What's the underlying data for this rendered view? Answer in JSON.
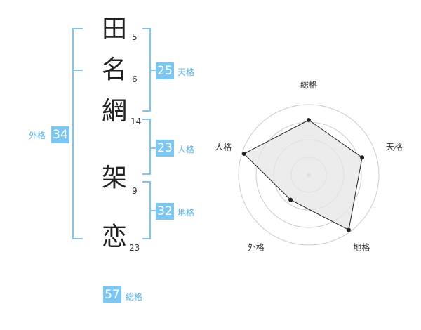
{
  "name": {
    "surname": [
      {
        "char": "田",
        "strokes": "5"
      },
      {
        "char": "名",
        "strokes": "6"
      },
      {
        "char": "網",
        "strokes": "14"
      }
    ],
    "given": [
      {
        "char": "架",
        "strokes": "9"
      },
      {
        "char": "恋",
        "strokes": "23"
      }
    ]
  },
  "kakusu": {
    "tenkaku": {
      "value": "25",
      "label": "天格"
    },
    "jinkaku": {
      "value": "23",
      "label": "人格"
    },
    "chikaku": {
      "value": "32",
      "label": "地格"
    },
    "gaikaku": {
      "value": "34",
      "label": "外格"
    },
    "soukaku": {
      "value": "57",
      "label": "総格"
    }
  },
  "radar": {
    "axes": [
      {
        "label": "総格",
        "value": 0.78
      },
      {
        "label": "天格",
        "value": 0.8
      },
      {
        "label": "地格",
        "value": 0.97
      },
      {
        "label": "外格",
        "value": 0.44
      },
      {
        "label": "人格",
        "value": 0.97
      }
    ],
    "rings": 4,
    "fill_color": "#e6e6e6",
    "line_color": "#222222",
    "ring_color": "#cccccc",
    "accent": "#7cc6f2"
  }
}
